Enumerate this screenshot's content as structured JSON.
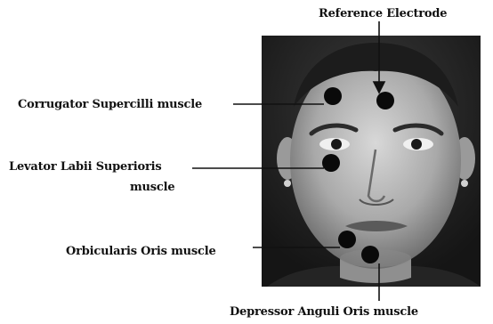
{
  "labels": {
    "reference": "Reference Electrode",
    "corrugator": "Corrugator Supercilli muscle",
    "levator_line1": "Levator Labii Superioris",
    "levator_line2": "muscle",
    "orbicularis": "Orbicularis Oris muscle",
    "depressor": "Depressor Anguli Oris  muscle"
  },
  "colors": {
    "electrode": "#0a0a0a",
    "line": "#111111",
    "photo_bg": "#2a2a2a",
    "skin": "#b9b9b9"
  }
}
